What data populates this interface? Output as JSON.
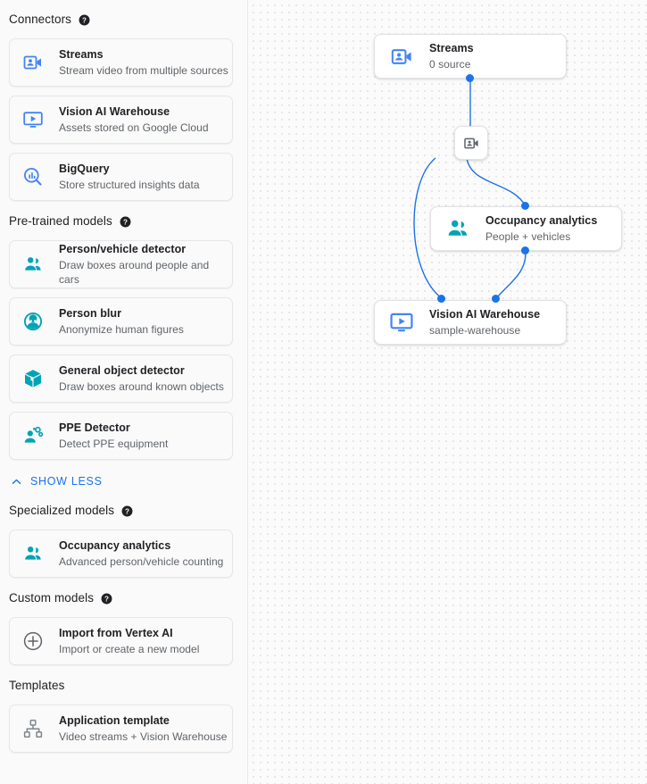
{
  "sidebar": {
    "sections": [
      {
        "id": "connectors",
        "title": "Connectors",
        "has_help": true,
        "items": [
          {
            "icon": "video-camera-person-icon",
            "color": "#4285f4",
            "title": "Streams",
            "subtitle": "Stream video from multiple sources"
          },
          {
            "icon": "monitor-play-icon",
            "color": "#4285f4",
            "title": "Vision AI Warehouse",
            "subtitle": "Assets stored on Google Cloud"
          },
          {
            "icon": "bigquery-search-icon",
            "color": "#4285f4",
            "title": "BigQuery",
            "subtitle": "Store structured insights data"
          }
        ]
      },
      {
        "id": "pre-trained-models",
        "title": "Pre-trained models",
        "has_help": true,
        "items": [
          {
            "icon": "person-vehicle-icon",
            "color": "#00a3b5",
            "title": "Person/vehicle detector",
            "subtitle": "Draw boxes around people and cars"
          },
          {
            "icon": "person-blur-icon",
            "color": "#00a3b5",
            "title": "Person blur",
            "subtitle": "Anonymize human figures"
          },
          {
            "icon": "cube-icon",
            "color": "#00a3b5",
            "title": "General object detector",
            "subtitle": "Draw boxes around known objects"
          },
          {
            "icon": "ppe-detector-icon",
            "color": "#00a3b5",
            "title": "PPE Detector",
            "subtitle": "Detect PPE equipment"
          }
        ]
      },
      {
        "id": "specialized-models",
        "title": "Specialized models",
        "has_help": true,
        "items": [
          {
            "icon": "person-vehicle-icon",
            "color": "#00a3b5",
            "title": "Occupancy analytics",
            "subtitle": "Advanced person/vehicle counting"
          }
        ]
      },
      {
        "id": "custom-models",
        "title": "Custom models",
        "has_help": true,
        "items": [
          {
            "icon": "plus-circle-icon",
            "color": "#5f6368",
            "title": "Import from Vertex AI",
            "subtitle": "Import or create a new model"
          }
        ]
      },
      {
        "id": "templates",
        "title": "Templates",
        "has_help": false,
        "items": [
          {
            "icon": "hierarchy-icon",
            "color": "#80868b",
            "title": "Application template",
            "subtitle": "Video streams + Vision Warehouse"
          }
        ]
      }
    ],
    "show_less": {
      "label": "SHOW LESS",
      "icon": "chevron-up-icon",
      "color": "#1a73e8"
    }
  },
  "canvas": {
    "edge_color": "#1a73e8",
    "port_color": "#1a73e8",
    "nodes": [
      {
        "id": "streams",
        "icon": "video-camera-person-icon",
        "color": "#4285f4",
        "title": "Streams",
        "subtitle": "0 source"
      },
      {
        "id": "occupancy",
        "icon": "person-vehicle-icon",
        "color": "#00a3b5",
        "title": "Occupancy analytics",
        "subtitle": "People + vehicles"
      },
      {
        "id": "warehouse",
        "icon": "monitor-play-icon",
        "color": "#4285f4",
        "title": "Vision AI Warehouse",
        "subtitle": "sample-warehouse"
      }
    ],
    "mini_node": {
      "id": "stream-mini",
      "icon": "video-camera-person-icon",
      "color": "#5f6368"
    }
  }
}
